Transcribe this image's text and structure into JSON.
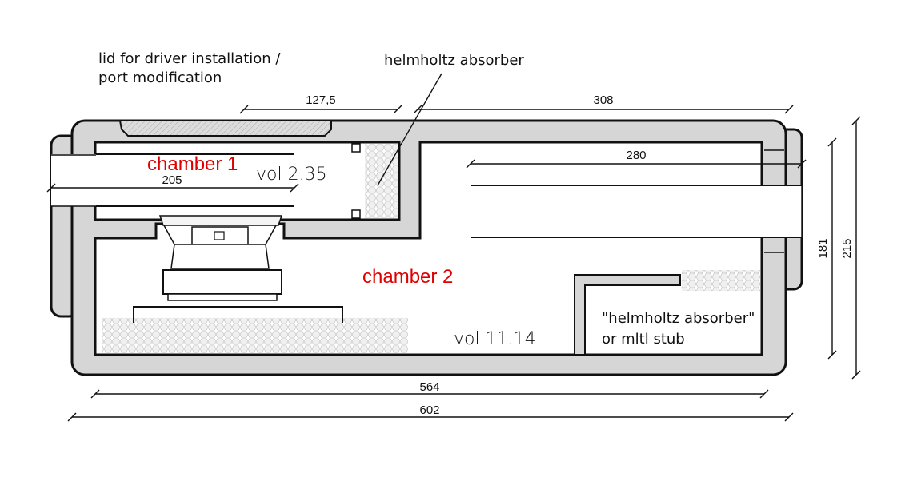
{
  "annotations": {
    "lid_line1": "lid for driver installation /",
    "lid_line2": "port modification",
    "helmholtz": "helmholtz absorber",
    "stub_line1": "\"helmholtz absorber\"",
    "stub_line2": "or mltl stub"
  },
  "chambers": {
    "chamber1_label": "chamber 1",
    "chamber1_vol": "vol  2.35",
    "chamber2_label": "chamber 2",
    "chamber2_vol": "vol 11.14"
  },
  "dimensions": {
    "lid_width": "127,5",
    "top_right": "308",
    "port1_length": "205",
    "port2_length": "280",
    "inner_length": "564",
    "outer_length": "602",
    "inner_height": "181",
    "outer_height": "215"
  },
  "colors": {
    "label_red": "#e00000",
    "wall_fill": "#d6d6d6",
    "absorber_fill": "#eeeeee"
  }
}
